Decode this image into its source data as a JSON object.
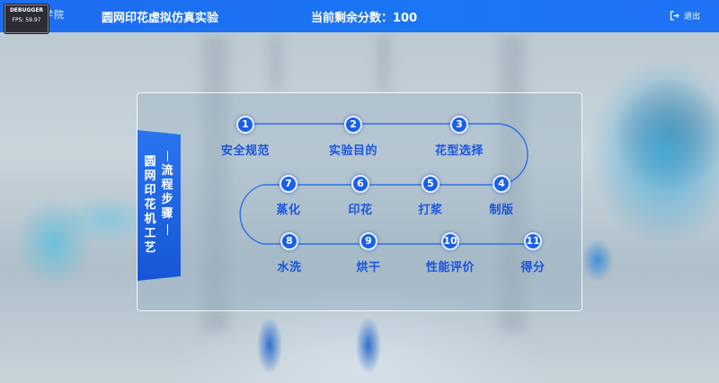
{
  "debugger": {
    "title": "DEBUGGER",
    "fps": "FPS: 59.97"
  },
  "header": {
    "logo_text": "学院",
    "title": "圆网印花虚拟仿真实验",
    "score": "当前剩余分数：100",
    "exit_label": "退出"
  },
  "panel": {
    "side_title_col1": "圆网印花机工艺",
    "side_title_col2": "流程步骤",
    "steps": [
      {
        "num": "1",
        "label": "安全规范"
      },
      {
        "num": "2",
        "label": "实验目的"
      },
      {
        "num": "3",
        "label": "花型选择"
      },
      {
        "num": "4",
        "label": "制版"
      },
      {
        "num": "5",
        "label": "打浆"
      },
      {
        "num": "6",
        "label": "印花"
      },
      {
        "num": "7",
        "label": "蒸化"
      },
      {
        "num": "8",
        "label": "水洗"
      },
      {
        "num": "9",
        "label": "烘干"
      },
      {
        "num": "10",
        "label": "性能评价"
      },
      {
        "num": "11",
        "label": "得分"
      }
    ]
  },
  "colors": {
    "accent": "#1e6cf0",
    "step_text": "#1a55e0",
    "track": "#2f6fe6"
  }
}
